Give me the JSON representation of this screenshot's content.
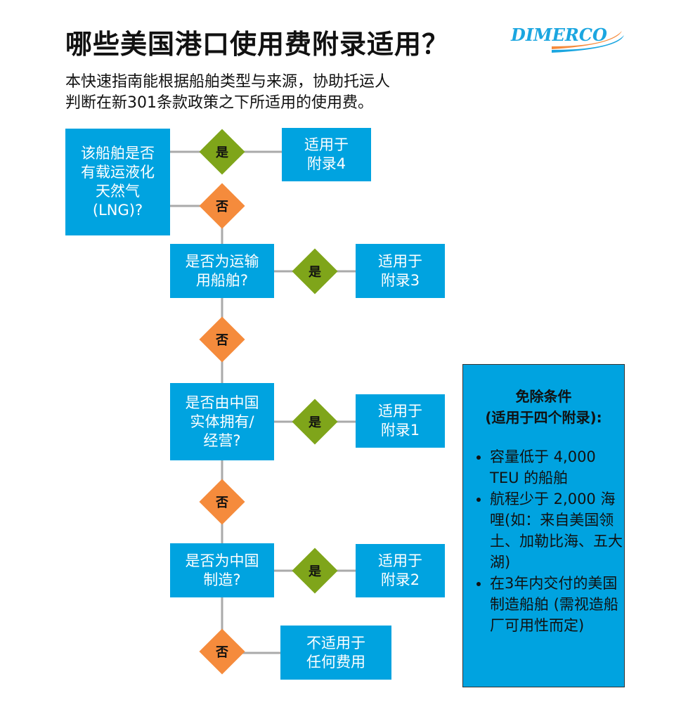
{
  "title": "哪些美国港口使用费附录适用？",
  "subtitle": [
    "本快速指南能根据船舶类型与来源，协助托运人",
    "判断在新301条款政策之下所适用的使用费。"
  ],
  "logo": {
    "text": "DIMERCO"
  },
  "colors": {
    "box": "#00a3e0",
    "yes": "#7fa51a",
    "no": "#f58b3c"
  },
  "questions": [
    {
      "lines": [
        "该船舶是否",
        "有载运液化",
        "天然气",
        "(LNG)?"
      ]
    },
    {
      "lines": [
        "是否为运输",
        "用船舶?"
      ]
    },
    {
      "lines": [
        "是否由中国",
        "实体拥有/",
        "经营?"
      ]
    },
    {
      "lines": [
        "是否为中国",
        "制造?"
      ]
    }
  ],
  "results": [
    {
      "lines": [
        "适用于",
        "附录4"
      ]
    },
    {
      "lines": [
        "适用于",
        "附录3"
      ]
    },
    {
      "lines": [
        "适用于",
        "附录1"
      ]
    },
    {
      "lines": [
        "适用于",
        "附录2"
      ]
    },
    {
      "lines": [
        "不适用于",
        "任何费用"
      ]
    }
  ],
  "yes_label": "是",
  "no_label": "否",
  "exemptions": {
    "title": [
      "免除条件",
      "(适用于四个附录):"
    ],
    "items": [
      "容量低于 4,000 TEU 的船舶",
      "航程少于 2,000 海哩(如：来自美国领土、加勒比海、五大湖)",
      "在3年内交付的美国制造船舶 (需视造船厂可用性而定)"
    ]
  }
}
